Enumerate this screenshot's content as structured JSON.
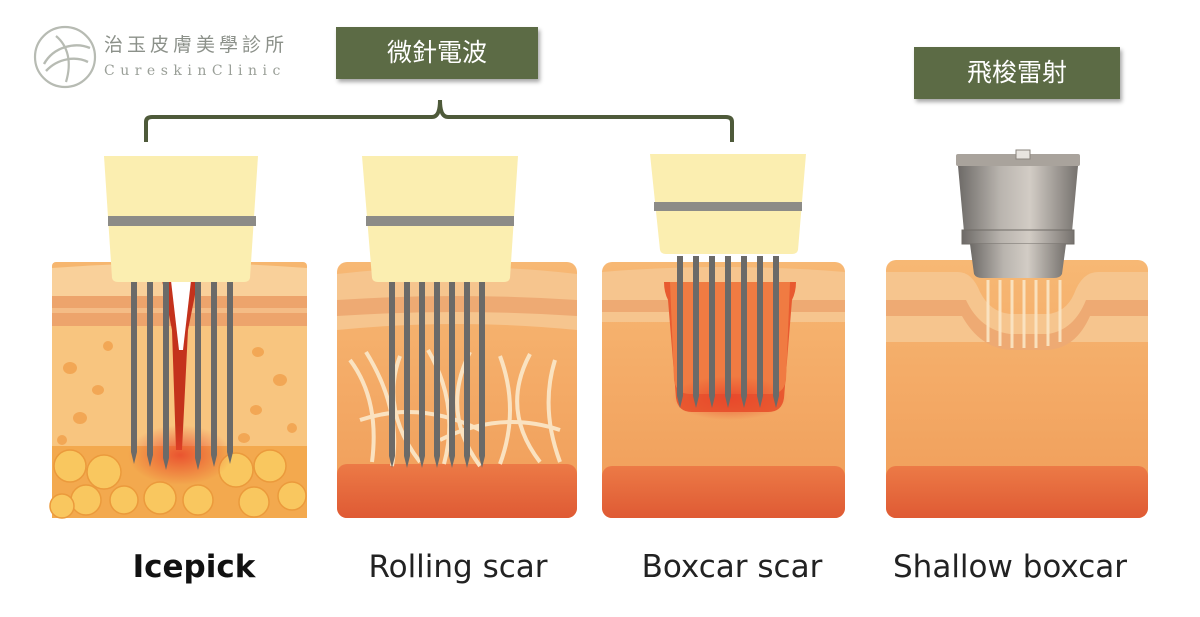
{
  "logo": {
    "chinese": "治玉皮膚美學診所",
    "english": "CureskinClinic"
  },
  "tags": {
    "microneedle_rf": "微針電波",
    "fractional_laser": "飛梭雷射"
  },
  "panels": [
    {
      "id": "icepick",
      "caption": "Icepick",
      "bold": true
    },
    {
      "id": "rolling",
      "caption": "Rolling scar",
      "bold": false
    },
    {
      "id": "boxcar",
      "caption": "Boxcar scar",
      "bold": false
    },
    {
      "id": "shallow",
      "caption": "Shallow boxcar",
      "bold": false
    }
  ],
  "colors": {
    "tag_green": "#5c6b45",
    "bracket_green": "#4e5a3a",
    "handpiece_yellow": "#fbeeb0",
    "needle_gray": "#6f6d6b",
    "skin_light": "#f6c48a",
    "skin_dark": "#e2623b"
  }
}
